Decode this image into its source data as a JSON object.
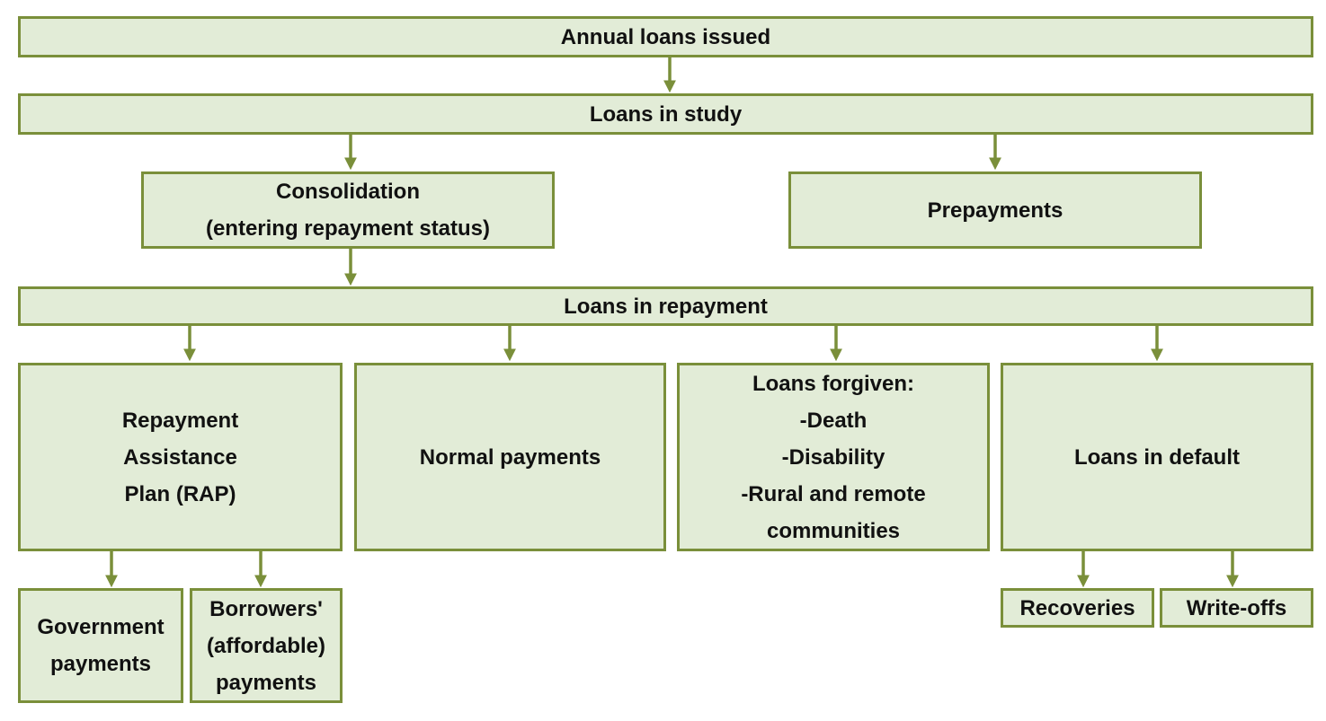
{
  "diagram": {
    "annual_loans": "Annual loans issued",
    "loans_in_study": "Loans in study",
    "consolidation": {
      "line1": "Consolidation",
      "line2": "(entering repayment status)"
    },
    "prepayments": "Prepayments",
    "loans_in_repayment": "Loans in repayment",
    "rap": {
      "line1": "Repayment",
      "line2": "Assistance",
      "line3": "Plan (RAP)"
    },
    "normal_payments": "Normal payments",
    "forgiven": {
      "line1": "Loans forgiven:",
      "line2": "-Death",
      "line3": "-Disability",
      "line4": "-Rural and remote",
      "line5": "communities"
    },
    "default": "Loans in default",
    "government_payments": {
      "line1": "Government",
      "line2": "payments"
    },
    "borrowers_payments": {
      "line1": "Borrowers'",
      "line2": "(affordable)",
      "line3": "payments"
    },
    "recoveries": "Recoveries",
    "write_offs": "Write-offs"
  },
  "colors": {
    "box_fill": "#e2ecd7",
    "box_border": "#7a8f3a",
    "arrow": "#7a8f3a"
  }
}
